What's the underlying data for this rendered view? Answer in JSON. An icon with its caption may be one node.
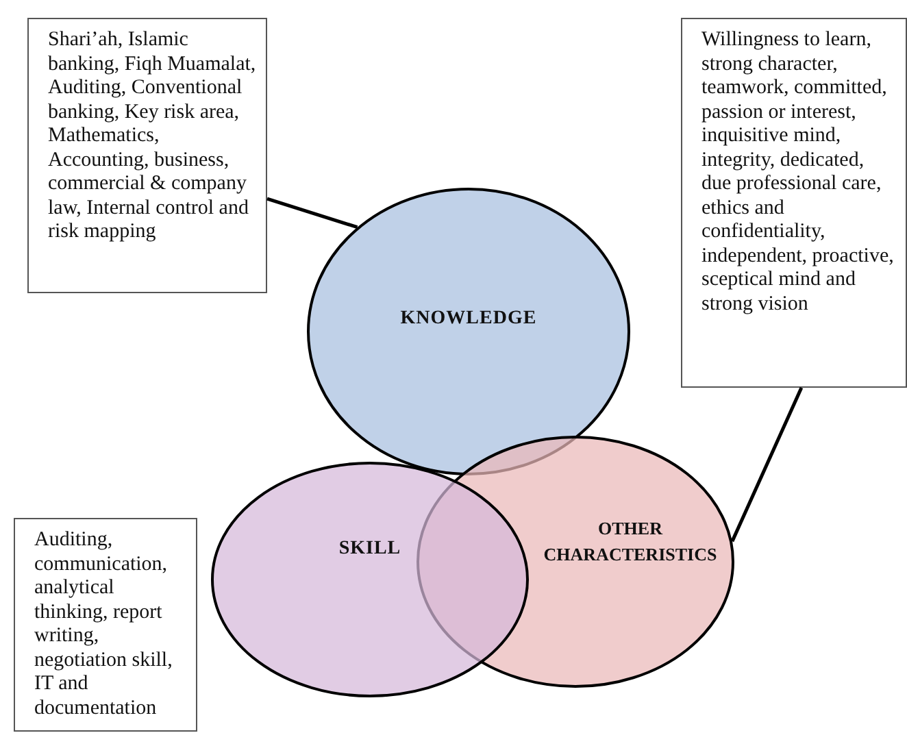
{
  "diagram": {
    "nodes": [
      {
        "text": [
          "Shari’ah, Islamic banking, Fiqh Muamalat, Auditing, Conventional banking, Key risk area, Mathematics, Accounting, business, commercial & company law, Internal control and risk mapping"
        ]
      },
      {
        "text": [
          "Willingness to learn, strong character, teamwork, committed, passion or interest, inquisitive mind, integrity, dedicated, due professional care, ethics and confidentiality, independent, proactive, sceptical mind and strong vision"
        ]
      },
      {
        "text": [
          "Auditing, communication, analytical thinking, report writing, negotiation skill, IT and documentation"
        ]
      },
      {
        "text": [
          "KNOWLEDGE"
        ]
      },
      {
        "text": [
          "OTHER CHARACTERISTICS"
        ]
      },
      {
        "text": [
          "SKILL"
        ]
      }
    ],
    "edges": [
      {
        "from": 0,
        "to": 3,
        "arrow": "none"
      },
      {
        "from": 1,
        "to": 4,
        "arrow": "none"
      }
    ]
  }
}
